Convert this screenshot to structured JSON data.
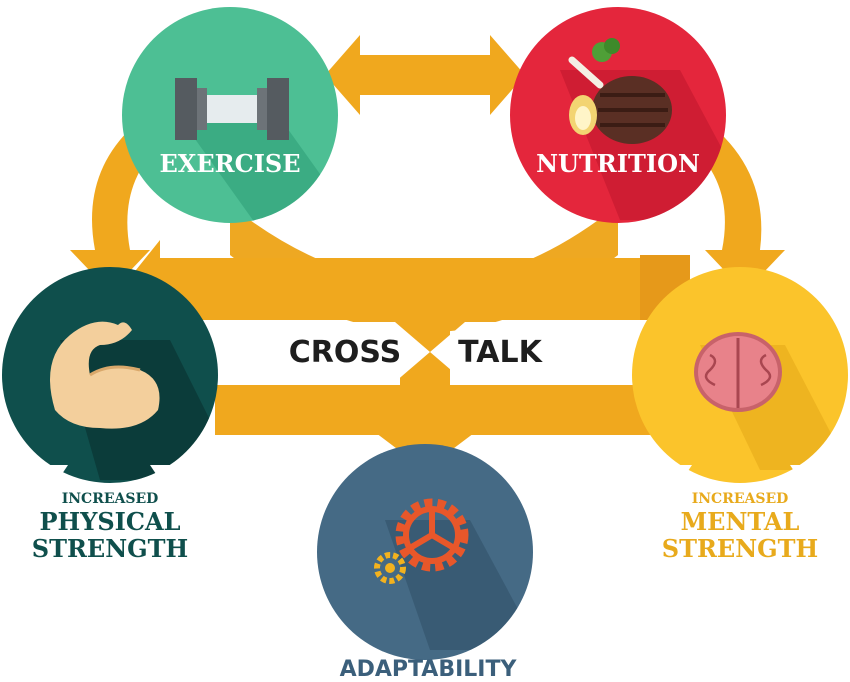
{
  "title": "",
  "colors": {
    "arrow": "#f0a81e",
    "arrow_dark": "#d88d12",
    "exercise": "#4dbf94",
    "nutrition": "#e4263c",
    "physical": "#0f4f4c",
    "mental": "#fbc42b",
    "adaptability": "#456a85",
    "physical_text": "#0f4f4c",
    "mental_text": "#e8aa1c",
    "adaptability_text": "#3b5f7b"
  },
  "nodes": {
    "exercise": {
      "label": "EXERCISE",
      "icon": "dumbbell-icon"
    },
    "nutrition": {
      "label": "NUTRITION",
      "icon": "steak-icon"
    },
    "physical": {
      "label_top": "INCREASED",
      "label_line1": "PHYSICAL",
      "label_line2": "STRENGTH",
      "icon": "flexed-arm-icon"
    },
    "mental": {
      "label_top": "INCREASED",
      "label_line1": "MENTAL",
      "label_line2": "STRENGTH",
      "icon": "brain-icon"
    },
    "adaptability": {
      "label": "ADAPTABILITY",
      "icon": "gears-icon"
    }
  },
  "crosstalk": {
    "left": "CROSS",
    "right": "TALK"
  }
}
